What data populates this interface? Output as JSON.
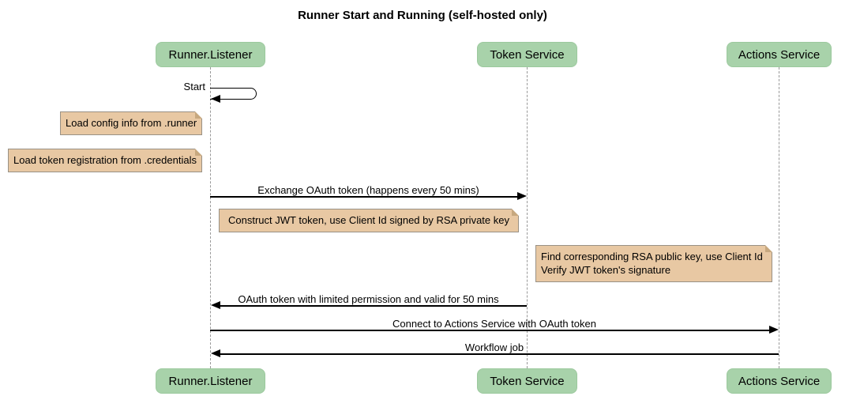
{
  "title": "Runner Start and Running (self-hosted only)",
  "participants": [
    {
      "name": "Runner.Listener"
    },
    {
      "name": "Token Service"
    },
    {
      "name": "Actions Service"
    }
  ],
  "messages": [
    {
      "label": "Start",
      "from": "Runner.Listener",
      "to": "Runner.Listener",
      "style": "self-loop"
    },
    {
      "label": "Exchange OAuth token (happens every 50 mins)",
      "from": "Runner.Listener",
      "to": "Token Service"
    },
    {
      "label": "OAuth token with limited permission and valid for 50 mins",
      "from": "Token Service",
      "to": "Runner.Listener"
    },
    {
      "label": "Connect to Actions Service with OAuth token",
      "from": "Runner.Listener",
      "to": "Actions Service"
    },
    {
      "label": "Workflow job",
      "from": "Actions Service",
      "to": "Runner.Listener"
    }
  ],
  "notes": [
    {
      "text": "Load config info from .runner",
      "position": "left of Runner.Listener"
    },
    {
      "text": "Load token registration from .credentials",
      "position": "left of Runner.Listener"
    },
    {
      "text": "Construct JWT token, use Client Id signed by RSA private key",
      "position": "over Runner.Listener and Token Service"
    },
    {
      "text": "Find corresponding RSA public key, use Client Id\nVerify JWT token's signature",
      "position": "left of Actions Service"
    }
  ],
  "colors": {
    "background": "#ffffff",
    "participant_fill": "#a8d2aa",
    "note_fill": "#e8c8a3",
    "note_border": "#999185",
    "note_fold": "#c7a87f",
    "lifeline": "#999999",
    "arrow": "#000000",
    "text": "#000000"
  }
}
